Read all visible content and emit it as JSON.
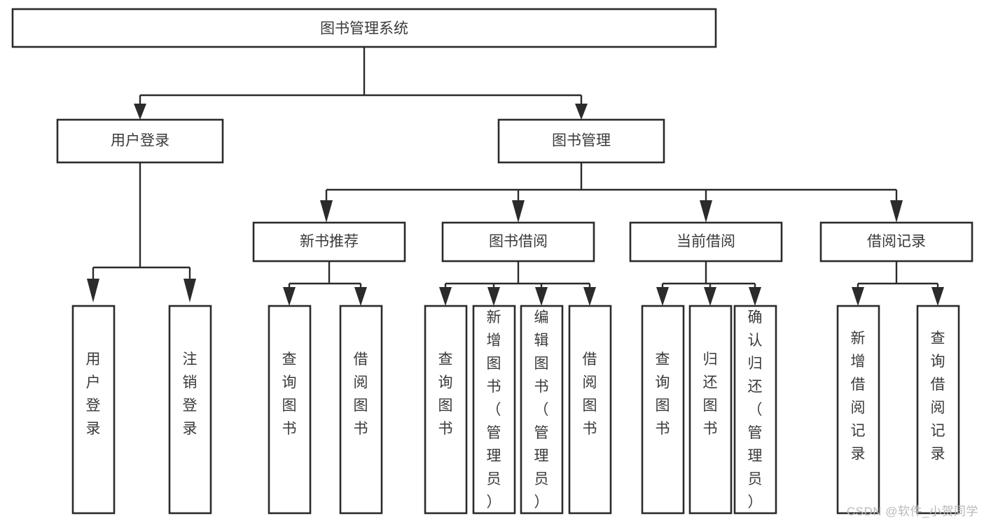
{
  "diagram": {
    "type": "tree-hierarchy-chart",
    "title": "图书管理系统",
    "watermark": "CSDN @软件_小贺同学",
    "colors": {
      "box_stroke": "#2b2b2b",
      "box_fill": "#ffffff",
      "text": "#3a3a3a",
      "connector": "#2b2b2b",
      "background": "#ffffff",
      "watermark": "#b9b9b9"
    },
    "levels": [
      {
        "level": 1,
        "nodes": [
          {
            "id": "root",
            "label": "图书管理系统",
            "orientation": "horizontal"
          }
        ]
      },
      {
        "level": 2,
        "nodes": [
          {
            "id": "login",
            "label": "用户登录",
            "orientation": "horizontal",
            "parent": "root"
          },
          {
            "id": "bookmgmt",
            "label": "图书管理",
            "orientation": "horizontal",
            "parent": "root"
          }
        ]
      },
      {
        "level": 3,
        "nodes": [
          {
            "id": "newbook",
            "label": "新书推荐",
            "orientation": "horizontal",
            "parent": "bookmgmt"
          },
          {
            "id": "borrow",
            "label": "图书借阅",
            "orientation": "horizontal",
            "parent": "bookmgmt"
          },
          {
            "id": "current",
            "label": "当前借阅",
            "orientation": "horizontal",
            "parent": "bookmgmt"
          },
          {
            "id": "records",
            "label": "借阅记录",
            "orientation": "horizontal",
            "parent": "bookmgmt"
          }
        ]
      },
      {
        "level": 4,
        "nodes": [
          {
            "id": "leaf-user-login",
            "label": "用户登录",
            "orientation": "vertical",
            "parent": "login"
          },
          {
            "id": "leaf-user-logout",
            "label": "注销登录",
            "orientation": "vertical",
            "parent": "login"
          },
          {
            "id": "leaf-query-book-new",
            "label": "查询图书",
            "orientation": "vertical",
            "parent": "newbook"
          },
          {
            "id": "leaf-borrow-book-new",
            "label": "借阅图书",
            "orientation": "vertical",
            "parent": "newbook"
          },
          {
            "id": "leaf-query-book-borrow",
            "label": "查询图书",
            "orientation": "vertical",
            "parent": "borrow"
          },
          {
            "id": "leaf-add-book",
            "label": "新增图书（管理员）",
            "orientation": "vertical",
            "parent": "borrow"
          },
          {
            "id": "leaf-edit-book",
            "label": "编辑图书（管理员）",
            "orientation": "vertical",
            "parent": "borrow"
          },
          {
            "id": "leaf-borrow-book",
            "label": "借阅图书",
            "orientation": "vertical",
            "parent": "borrow"
          },
          {
            "id": "leaf-query-book-current",
            "label": "查询图书",
            "orientation": "vertical",
            "parent": "current"
          },
          {
            "id": "leaf-return-book",
            "label": "归还图书",
            "orientation": "vertical",
            "parent": "current"
          },
          {
            "id": "leaf-confirm-return",
            "label": "确认归还（管理员）",
            "orientation": "vertical",
            "parent": "current"
          },
          {
            "id": "leaf-add-record",
            "label": "新增借阅记录",
            "orientation": "vertical",
            "parent": "records"
          },
          {
            "id": "leaf-query-record",
            "label": "查询借阅记录",
            "orientation": "vertical",
            "parent": "records"
          }
        ]
      }
    ]
  }
}
